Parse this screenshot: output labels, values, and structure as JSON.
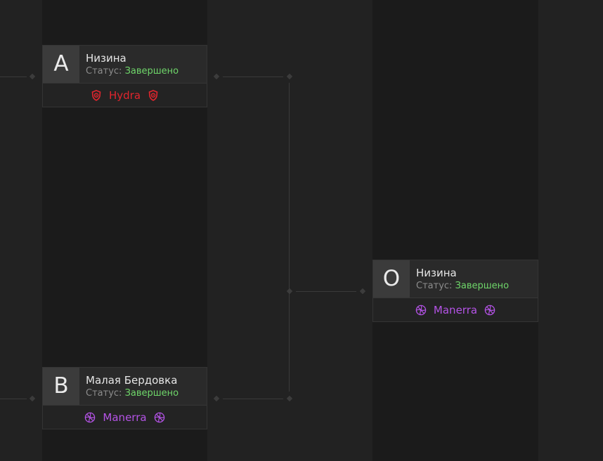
{
  "matches": [
    {
      "letter": "A",
      "map": "Низина",
      "status_label": "Статус:",
      "status_value": "Завершено",
      "winner": "Hydra",
      "winner_icon": "hydra-emblem-icon",
      "winner_color": "#e0252d"
    },
    {
      "letter": "B",
      "map": "Малая Бердовка",
      "status_label": "Статус:",
      "status_value": "Завершено",
      "winner": "Manerra",
      "winner_icon": "manerra-emblem-icon",
      "winner_color": "#b453e6"
    },
    {
      "letter": "O",
      "map": "Низина",
      "status_label": "Статус:",
      "status_value": "Завершено",
      "winner": "Manerra",
      "winner_icon": "manerra-emblem-icon",
      "winner_color": "#b453e6"
    }
  ],
  "colors": {
    "background": "#222222",
    "column": "#1b1b1b",
    "status_complete": "#6fd66a",
    "connector": "#3a3a3a"
  }
}
